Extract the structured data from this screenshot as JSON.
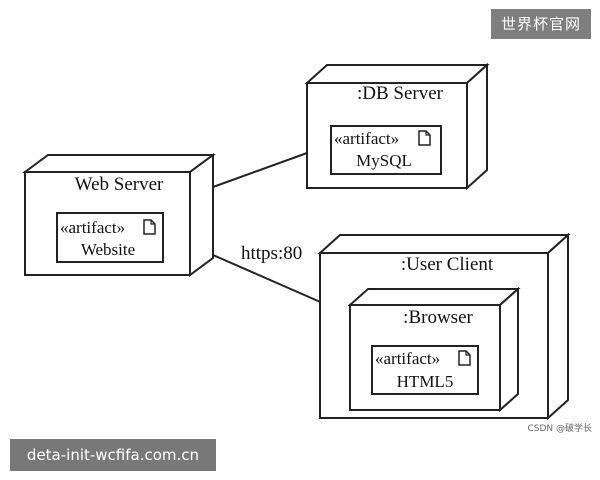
{
  "nodes": {
    "web_server": {
      "title": "Web Server",
      "artifact": {
        "stereotype": "«artifact»",
        "name": "Website"
      }
    },
    "db_server": {
      "title": ":DB Server",
      "artifact": {
        "stereotype": "«artifact»",
        "name": "MySQL"
      }
    },
    "user_client": {
      "title": ":User Client"
    },
    "browser": {
      "title": ":Browser",
      "artifact": {
        "stereotype": "«artifact»",
        "name": "HTML5"
      }
    }
  },
  "connections": {
    "web_to_client_label": "https:80"
  },
  "watermarks": {
    "top_right": "世界杯官网",
    "bottom_left": "deta-init-wcfifa.com.cn",
    "csdn_credit": "CSDN @破学长"
  }
}
